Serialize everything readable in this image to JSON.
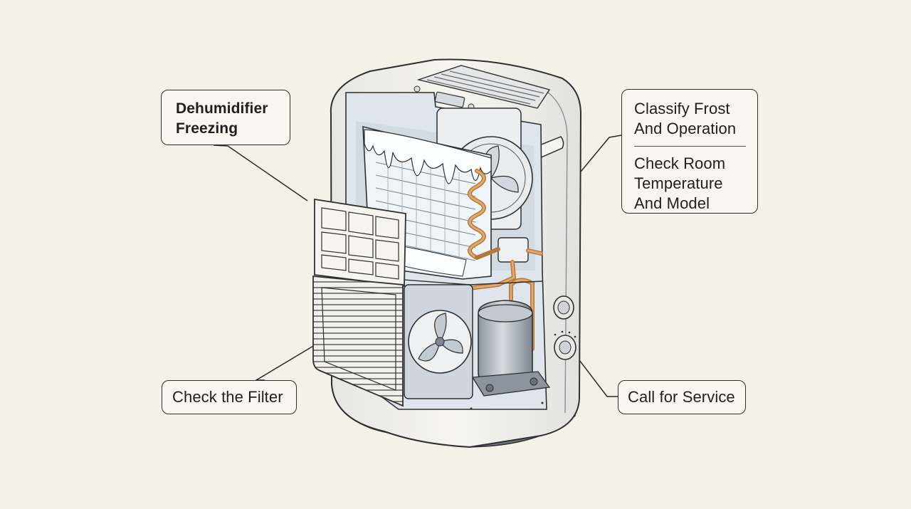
{
  "callouts": {
    "title": {
      "line1": "Dehumidifier",
      "line2": "Freezing"
    },
    "classify": {
      "line1": "Classify Frost",
      "line2": "And Operation"
    },
    "check_room": {
      "line1": "Check Room",
      "line2": "Temperature",
      "line3": "And Model"
    },
    "filter": "Check the Filter",
    "service": "Call for Service"
  },
  "icons": [
    "dehumidifier-cutaway-illustration",
    "frosted-evaporator-coil",
    "fan-icon",
    "compressor-icon",
    "control-knob-icon",
    "air-filter-icon"
  ],
  "colors": {
    "background": "#f4f1e9",
    "outline": "#2f2f2f",
    "copper": "#d49a5c",
    "frost": "#eef4f8",
    "housing": "#f3f1ea",
    "metal": "#9aa3ad"
  }
}
